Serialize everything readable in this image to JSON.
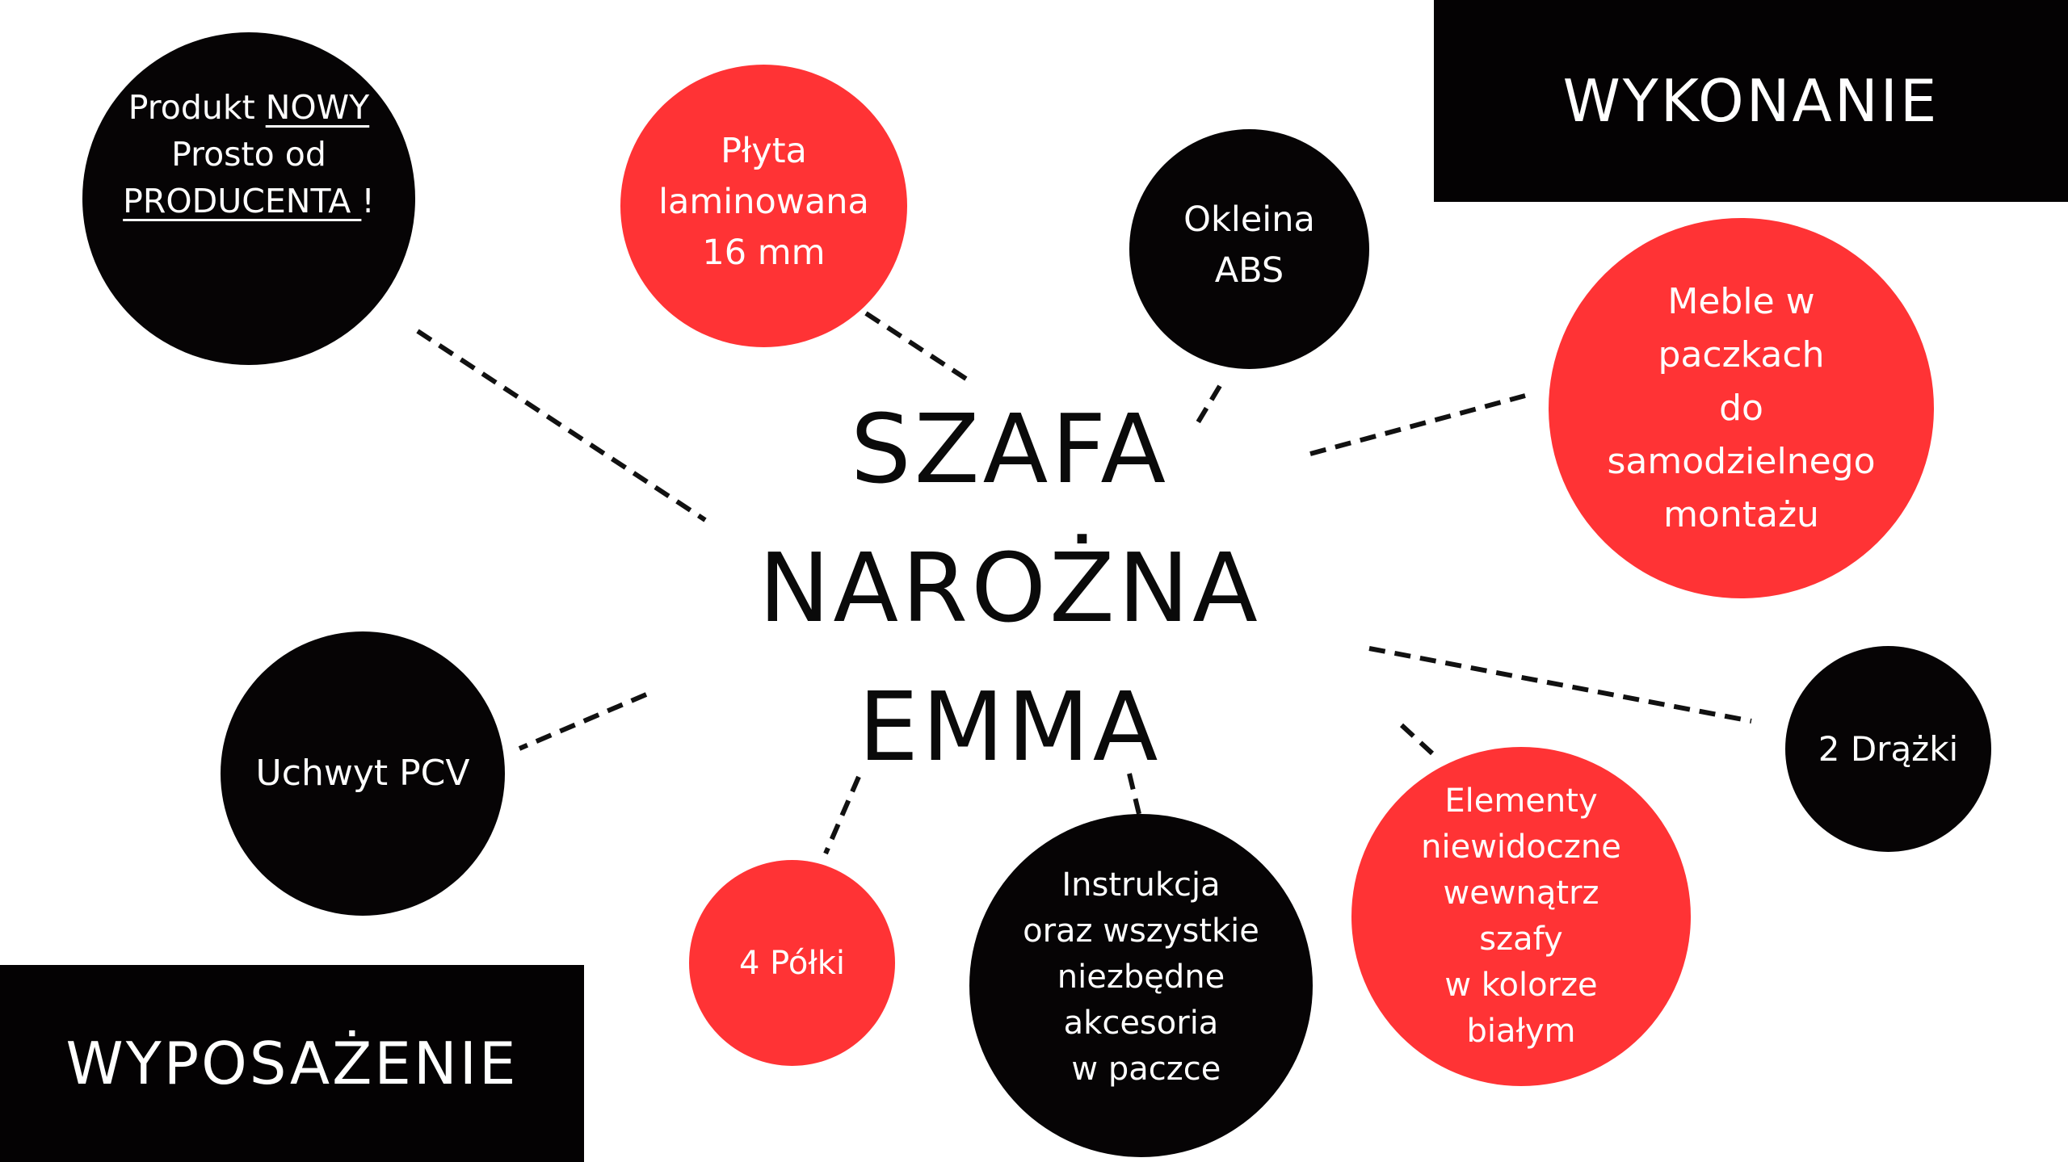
{
  "title": {
    "line1": "SZAFA",
    "line2": "NAROŻNA",
    "line3": "EMMA"
  },
  "labels": {
    "wykonanie": "WYKONANIE",
    "wyposazenie": "WYPOSAŻENIE"
  },
  "bubbles": {
    "produkt": {
      "prefix": "Produkt ",
      "nowy": "NOWY",
      "line2": "Prosto od",
      "producenta": "PRODUCENTA ",
      "suffix": "!"
    },
    "plyta": [
      "Płyta",
      "laminowana",
      "16 mm"
    ],
    "okleina": [
      "Okleina",
      "ABS"
    ],
    "meble": [
      "Meble w",
      "paczkach",
      "do",
      "samodzielnego",
      "montażu"
    ],
    "drazki": [
      "2 Drążki"
    ],
    "elementy": [
      "Elementy",
      "niewidoczne",
      "wewnątrz",
      "szafy",
      "w kolorze",
      "białym"
    ],
    "instrukcja": [
      "Instrukcja",
      "oraz wszystkie",
      "niezbędne",
      "akcesoria",
      " w paczce"
    ],
    "polki": [
      "4 Półki"
    ],
    "uchwyt": [
      "Uchwyt PCV"
    ]
  },
  "colors": {
    "red": "#ff3335",
    "black": "#060405",
    "background": "#ffffff"
  }
}
